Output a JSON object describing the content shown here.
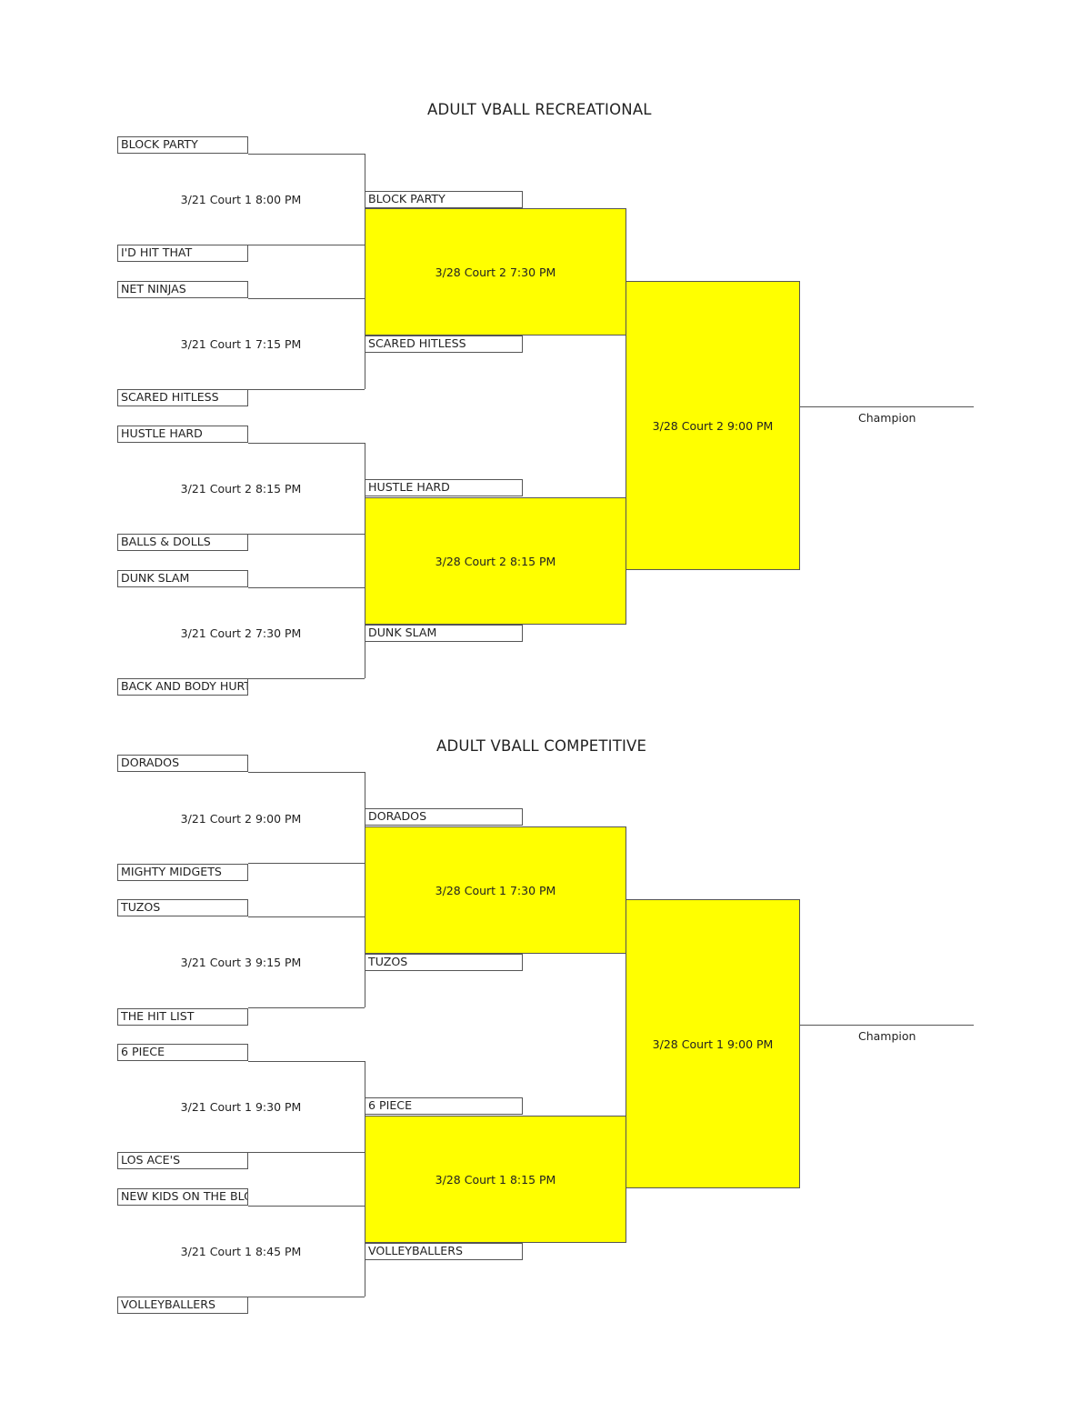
{
  "highlight_color": "#ffff00",
  "line_color": "#555555",
  "brackets": [
    {
      "title": "ADULT VBALL RECREATIONAL",
      "round1": [
        {
          "team_top": "BLOCK PARTY",
          "team_bottom": "I'D HIT THAT",
          "game": "3/21 Court 1 8:00 PM"
        },
        {
          "team_top": "NET NINJAS",
          "team_bottom": "SCARED HITLESS",
          "game": "3/21 Court 1 7:15 PM"
        },
        {
          "team_top": "HUSTLE HARD",
          "team_bottom": "BALLS & DOLLS",
          "game": "3/21 Court 2 8:15 PM"
        },
        {
          "team_top": "DUNK SLAM",
          "team_bottom": "BACK AND BODY HURTS",
          "game": "3/21 Court 2 7:30 PM"
        }
      ],
      "round2": [
        {
          "team_top": "BLOCK PARTY",
          "team_bottom": "SCARED HITLESS",
          "game": "3/28 Court 2 7:30 PM"
        },
        {
          "team_top": "HUSTLE HARD",
          "team_bottom": "DUNK SLAM",
          "game": "3/28 Court 2 8:15 PM"
        }
      ],
      "final": {
        "game": "3/28 Court 2 9:00 PM"
      },
      "champion_label": "Champion"
    },
    {
      "title": "ADULT VBALL COMPETITIVE",
      "round1": [
        {
          "team_top": "DORADOS",
          "team_bottom": "MIGHTY MIDGETS",
          "game": "3/21 Court 2 9:00 PM"
        },
        {
          "team_top": "TUZOS",
          "team_bottom": "THE HIT LIST",
          "game": "3/21 Court 3 9:15 PM"
        },
        {
          "team_top": "6 PIECE",
          "team_bottom": "LOS ACE'S",
          "game": "3/21 Court 1 9:30 PM"
        },
        {
          "team_top": "NEW KIDS ON THE BLOCK",
          "team_bottom": "VOLLEYBALLERS",
          "game": "3/21 Court 1 8:45 PM"
        }
      ],
      "round2": [
        {
          "team_top": "DORADOS",
          "team_bottom": "TUZOS",
          "game": "3/28 Court 1 7:30 PM"
        },
        {
          "team_top": "6 PIECE",
          "team_bottom": "VOLLEYBALLERS",
          "game": "3/28 Court 1 8:15 PM"
        }
      ],
      "final": {
        "game": "3/28 Court 1 9:00 PM"
      },
      "champion_label": "Champion"
    }
  ]
}
